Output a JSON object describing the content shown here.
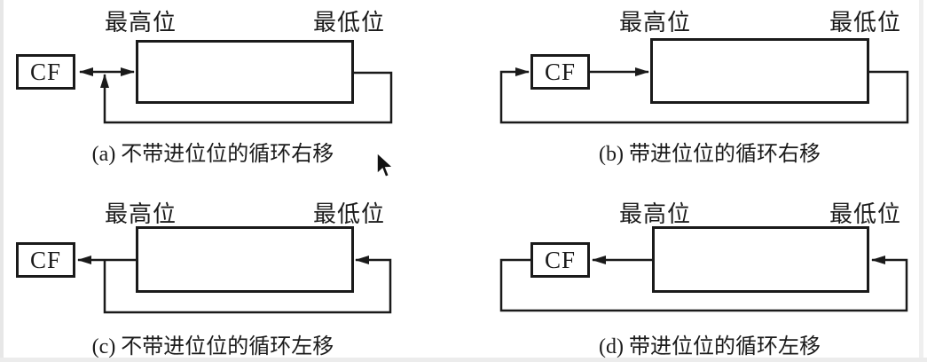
{
  "figure": {
    "background": "#ffffff",
    "line_color": "#1a1a1a"
  },
  "diagrams": [
    {
      "id": "a",
      "label_high": "最高位",
      "label_low": "最低位",
      "cf": "CF",
      "caption": "(a) 不带进位位的循环右移",
      "shift_direction": "right",
      "with_carry": false
    },
    {
      "id": "b",
      "label_high": "最高位",
      "label_low": "最低位",
      "cf": "CF",
      "caption": "(b) 带进位位的循环右移",
      "shift_direction": "right",
      "with_carry": true
    },
    {
      "id": "c",
      "label_high": "最高位",
      "label_low": "最低位",
      "cf": "CF",
      "caption": "(c) 不带进位位的循环左移",
      "shift_direction": "left",
      "with_carry": false
    },
    {
      "id": "d",
      "label_high": "最高位",
      "label_low": "最低位",
      "cf": "CF",
      "caption": "(d) 带进位位的循环左移",
      "shift_direction": "left",
      "with_carry": true
    }
  ]
}
